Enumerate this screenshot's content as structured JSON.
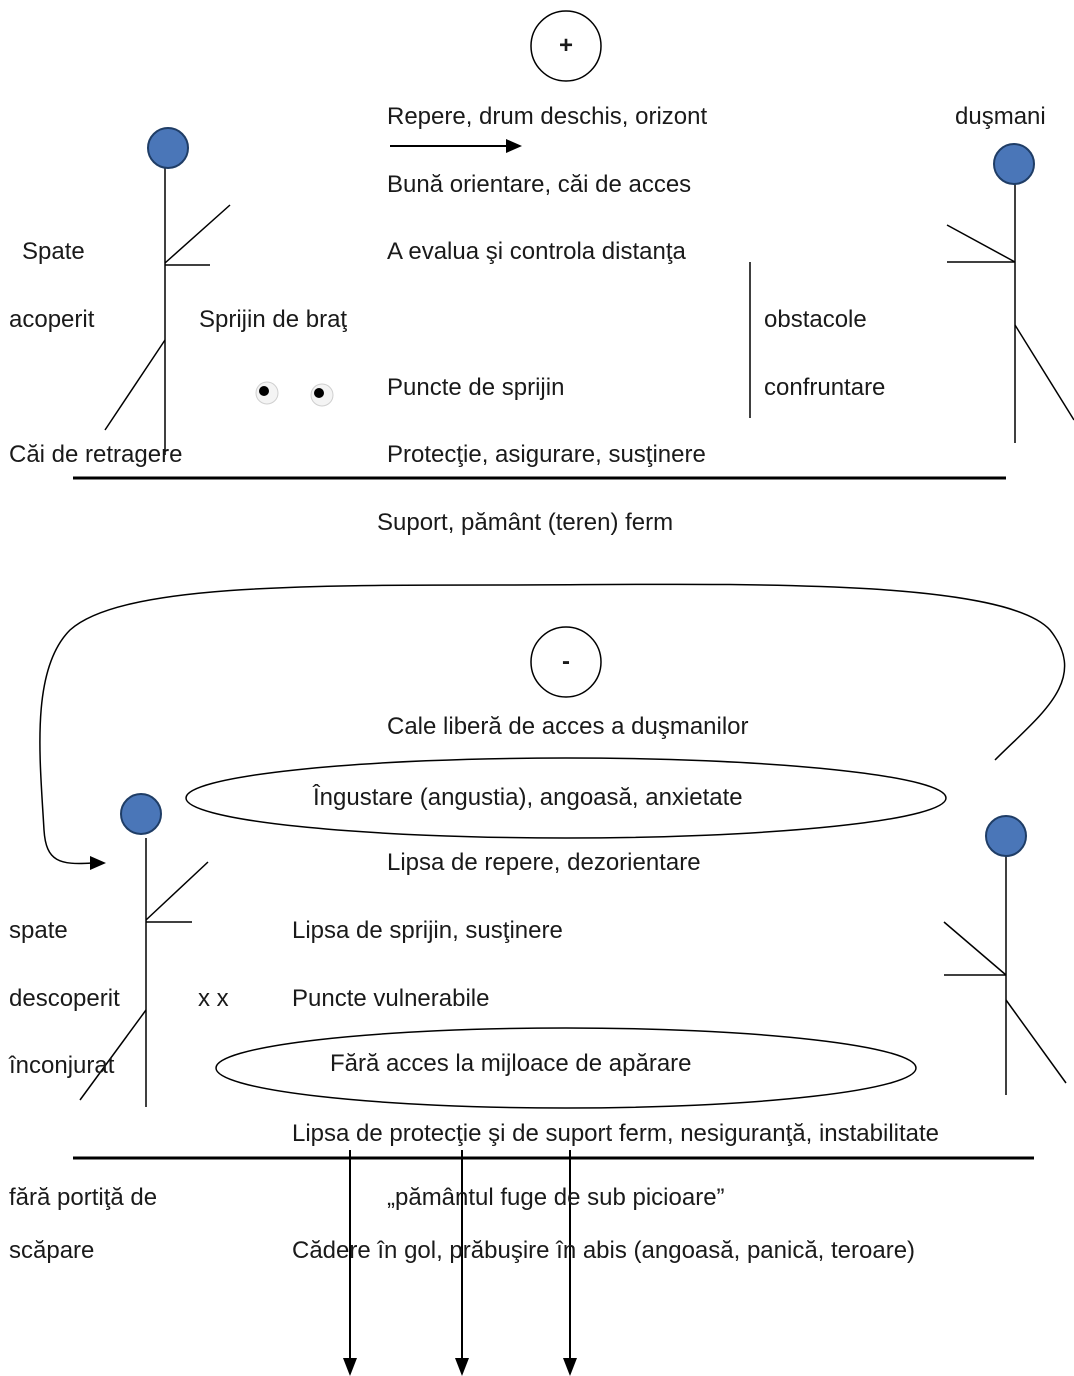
{
  "colors": {
    "head_fill": "#4a76b8",
    "head_stroke": "#1f3d66",
    "line": "#000000",
    "text": "#1a1a1a"
  },
  "top": {
    "symbol": "+",
    "labels": {
      "repere": "Repere, drum deschis, orizont",
      "dusmani": "duşmani",
      "orientare": "Bună orientare, căi de acces",
      "spate": "Spate",
      "evalua": "A evalua şi controla distanţa",
      "acoperit": "acoperit",
      "sprijin_brat": "Sprijin de braţ",
      "obstacole": "obstacole",
      "puncte_sprijin": "Puncte de sprijin",
      "confruntare": "confruntare",
      "retragere": "Căi de retragere",
      "protectie": "Protecţie, asigurare, susţinere",
      "suport": "Suport, pământ (teren) ferm"
    }
  },
  "bottom": {
    "symbol": "-",
    "labels": {
      "cale_libera": "Cale liberă de acces a duşmanilor",
      "ingustare": "Îngustare (angustia), angoasă, anxietate",
      "lipsa_repere": "Lipsa de repere, dezorientare",
      "spate": "spate",
      "lipsa_sprijin": "Lipsa de sprijin, susţinere",
      "descoperit": "descoperit",
      "xx": "x x",
      "vulnerabile": "Puncte vulnerabile",
      "inconjurat": "înconjurat",
      "fara_acces": "Fără acces la mijloace de apărare",
      "lipsa_protectie": "Lipsa de protecţie şi de suport ferm, nesiguranţă, instabilitate",
      "portita": "fără portiţă de",
      "pamantul": "„pământul fuge de sub picioare”",
      "scapare": "scăpare",
      "cadere": "Cădere în gol, prăbuşire în abis (angoasă, panică, teroare)"
    }
  }
}
